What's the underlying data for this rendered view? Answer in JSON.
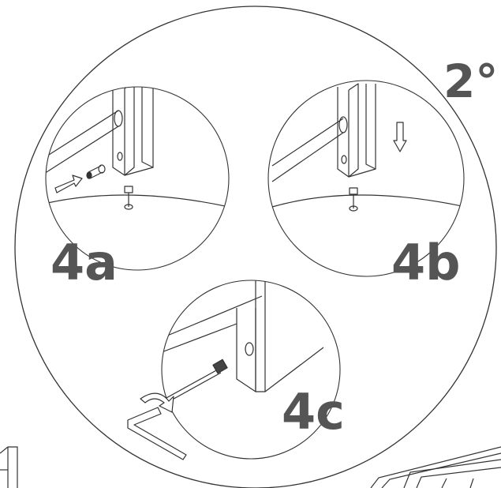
{
  "step_labels": {
    "order": "2°",
    "a": "4a",
    "b": "4b",
    "c": "4c"
  },
  "colors": {
    "line": "#333333",
    "label": "#555555",
    "background": "#ffffff"
  },
  "icons": {
    "arrow_right": "arrow-right-icon",
    "arrow_down": "arrow-down-icon",
    "rotate": "rotate-arrow-icon"
  }
}
